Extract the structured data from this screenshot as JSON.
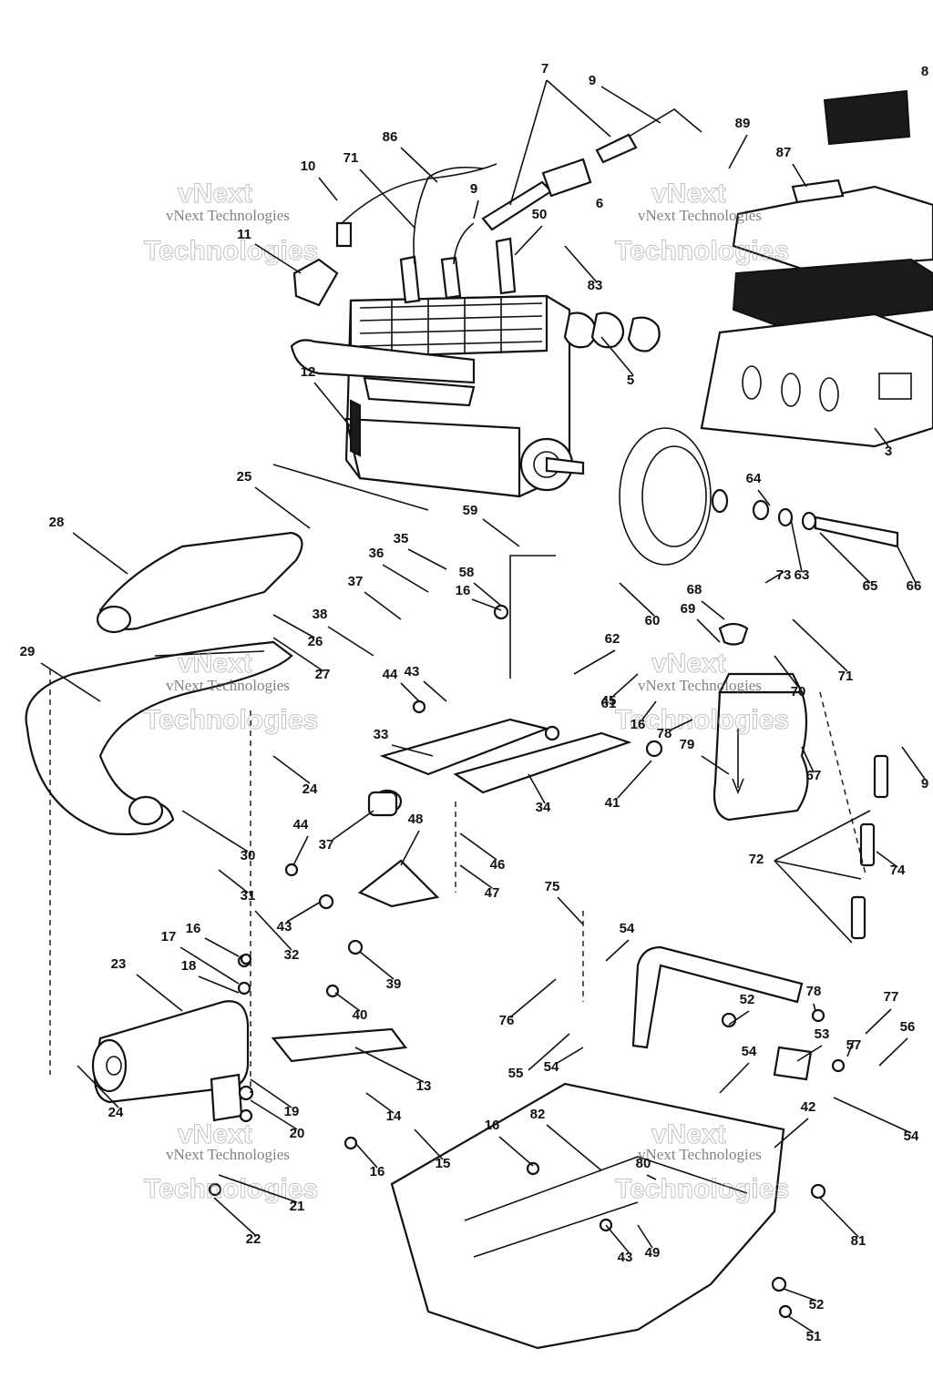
{
  "watermark": {
    "brand": "vNext",
    "line": "vNext Technologies",
    "word": "Technologies"
  },
  "callouts": [
    {
      "id": "c7",
      "text": "7"
    },
    {
      "id": "c9a",
      "text": "9"
    },
    {
      "id": "c8",
      "text": "8"
    },
    {
      "id": "c89",
      "text": "89"
    },
    {
      "id": "c86",
      "text": "86"
    },
    {
      "id": "c71a",
      "text": "71"
    },
    {
      "id": "c10",
      "text": "10"
    },
    {
      "id": "c87",
      "text": "87"
    },
    {
      "id": "c9b",
      "text": "9"
    },
    {
      "id": "c6",
      "text": "6"
    },
    {
      "id": "c50",
      "text": "50"
    },
    {
      "id": "c11",
      "text": "11"
    },
    {
      "id": "c83",
      "text": "83"
    },
    {
      "id": "c5",
      "text": "5"
    },
    {
      "id": "c12",
      "text": "12"
    },
    {
      "id": "c3",
      "text": "3"
    },
    {
      "id": "c25",
      "text": "25"
    },
    {
      "id": "c59",
      "text": "59"
    },
    {
      "id": "c64",
      "text": "64"
    },
    {
      "id": "c28",
      "text": "28"
    },
    {
      "id": "c35",
      "text": "35"
    },
    {
      "id": "c36",
      "text": "36"
    },
    {
      "id": "c58",
      "text": "58"
    },
    {
      "id": "c73",
      "text": "73"
    },
    {
      "id": "c63",
      "text": "63"
    },
    {
      "id": "c16a",
      "text": "16"
    },
    {
      "id": "c37a",
      "text": "37"
    },
    {
      "id": "c60",
      "text": "60"
    },
    {
      "id": "c65",
      "text": "65"
    },
    {
      "id": "c66",
      "text": "66"
    },
    {
      "id": "c68",
      "text": "68"
    },
    {
      "id": "c26",
      "text": "26"
    },
    {
      "id": "c38",
      "text": "38"
    },
    {
      "id": "c69",
      "text": "69"
    },
    {
      "id": "c62",
      "text": "62"
    },
    {
      "id": "c29",
      "text": "29"
    },
    {
      "id": "c27",
      "text": "27"
    },
    {
      "id": "c44a",
      "text": "44"
    },
    {
      "id": "c43a",
      "text": "43"
    },
    {
      "id": "c71b",
      "text": "71"
    },
    {
      "id": "c70",
      "text": "70"
    },
    {
      "id": "c61",
      "text": "61"
    },
    {
      "id": "c45",
      "text": "45"
    },
    {
      "id": "c16b",
      "text": "16"
    },
    {
      "id": "c78a",
      "text": "78"
    },
    {
      "id": "c33",
      "text": "33"
    },
    {
      "id": "c79",
      "text": "79"
    },
    {
      "id": "c24a",
      "text": "24"
    },
    {
      "id": "c67",
      "text": "67"
    },
    {
      "id": "c9c",
      "text": "9"
    },
    {
      "id": "c34",
      "text": "34"
    },
    {
      "id": "c41",
      "text": "41"
    },
    {
      "id": "c30",
      "text": "30"
    },
    {
      "id": "c44b",
      "text": "44"
    },
    {
      "id": "c37b",
      "text": "37"
    },
    {
      "id": "c48",
      "text": "48"
    },
    {
      "id": "c46",
      "text": "46"
    },
    {
      "id": "c72",
      "text": "72"
    },
    {
      "id": "c74",
      "text": "74"
    },
    {
      "id": "c31",
      "text": "31"
    },
    {
      "id": "c47",
      "text": "47"
    },
    {
      "id": "c75",
      "text": "75"
    },
    {
      "id": "c43b",
      "text": "43"
    },
    {
      "id": "c16c",
      "text": "16"
    },
    {
      "id": "c32",
      "text": "32"
    },
    {
      "id": "c54a",
      "text": "54"
    },
    {
      "id": "c17",
      "text": "17"
    },
    {
      "id": "c23",
      "text": "23"
    },
    {
      "id": "c18",
      "text": "18"
    },
    {
      "id": "c39",
      "text": "39"
    },
    {
      "id": "c40",
      "text": "40"
    },
    {
      "id": "c76",
      "text": "76"
    },
    {
      "id": "c52a",
      "text": "52"
    },
    {
      "id": "c78b",
      "text": "78"
    },
    {
      "id": "c77",
      "text": "77"
    },
    {
      "id": "c57",
      "text": "57"
    },
    {
      "id": "c56",
      "text": "56"
    },
    {
      "id": "c53",
      "text": "53"
    },
    {
      "id": "c13",
      "text": "13"
    },
    {
      "id": "c55",
      "text": "55"
    },
    {
      "id": "c54b",
      "text": "54"
    },
    {
      "id": "c54c",
      "text": "54"
    },
    {
      "id": "c24b",
      "text": "24"
    },
    {
      "id": "c19",
      "text": "19"
    },
    {
      "id": "c14",
      "text": "14"
    },
    {
      "id": "c42",
      "text": "42"
    },
    {
      "id": "c54d",
      "text": "54"
    },
    {
      "id": "c20",
      "text": "20"
    },
    {
      "id": "c16d",
      "text": "16"
    },
    {
      "id": "c82",
      "text": "82"
    },
    {
      "id": "c15",
      "text": "15"
    },
    {
      "id": "c80",
      "text": "80"
    },
    {
      "id": "c16e",
      "text": "16"
    },
    {
      "id": "c21",
      "text": "21"
    },
    {
      "id": "c81",
      "text": "81"
    },
    {
      "id": "c22",
      "text": "22"
    },
    {
      "id": "c43c",
      "text": "43"
    },
    {
      "id": "c49",
      "text": "49"
    },
    {
      "id": "c52b",
      "text": "52"
    },
    {
      "id": "c51",
      "text": "51"
    }
  ]
}
